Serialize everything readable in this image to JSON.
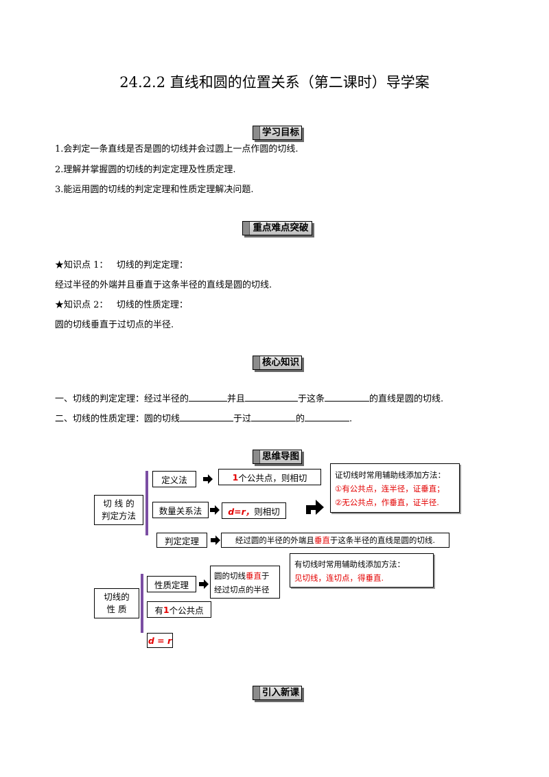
{
  "title": "24.2.2  直线和圆的位置关系（第二课时）导学案",
  "sections": {
    "objectives": "学习目标",
    "key_points": "重点难点突破",
    "core": "核心知识",
    "mind_map": "思维导图",
    "intro": "引入新课"
  },
  "objectives": [
    "1.会判定一条直线是否是圆的切线并会过圆上一点作圆的切线.",
    "2.理解并掌握圆的切线的判定定理及性质定理.",
    "3.能运用圆的切线的判定定理和性质定理解决问题."
  ],
  "knowledge": {
    "k1_label": "★知识点 1：",
    "k1_title": "切线的判定定理：",
    "k1_text": "经过半径的外端并且垂直于这条半径的直线是圆的切线.",
    "k2_label": "★知识点 2：",
    "k2_title": "切线的性质定理：",
    "k2_text": "圆的切线垂直于过切点的半径."
  },
  "core": {
    "l1_a": "一、切线的判定定理：经过半径的",
    "l1_b": "并且",
    "l1_c": "于这条",
    "l1_d": "的直线是圆的切线.",
    "l2_a": "二、切线的性质定理：圆的切线",
    "l2_b": "于过",
    "l2_c": "的",
    "l2_d": "."
  },
  "mindmap": {
    "judge_root_l1": "切  线  的",
    "judge_root_l2": "判定方法",
    "def_method": "定义法",
    "def_num": "1",
    "def_result": "个公共点，则相切",
    "quant_method": "数量关系法",
    "quant_expr": "d=r，",
    "quant_result": "则相切",
    "theorem_method": "判定定理",
    "theorem_a": "经过圆的半径的外端且",
    "theorem_red": "垂直",
    "theorem_b": "于这条半径的直线是圆的切线.",
    "aux1_title": "证切线时常用辅助线添加方法：",
    "aux1_l1": "①有公共点，连半径，证垂直；",
    "aux1_l2": "②无公共点，作垂直，证半径.",
    "prop_root_l1": "切线的",
    "prop_root_l2": "性    质",
    "prop_theorem": "性质定理",
    "prop_text_a": "圆的切线",
    "prop_text_red": "垂直",
    "prop_text_b": "于",
    "prop_text_l2": "经过切点的半径",
    "aux2_title": "有切线时常用辅助线添加方法：",
    "aux2_text": "见切线，连切点，得垂直.",
    "one_point_a": "有",
    "one_point_num": "1",
    "one_point_b": "个公共点",
    "d_eq_r": "d = r"
  }
}
